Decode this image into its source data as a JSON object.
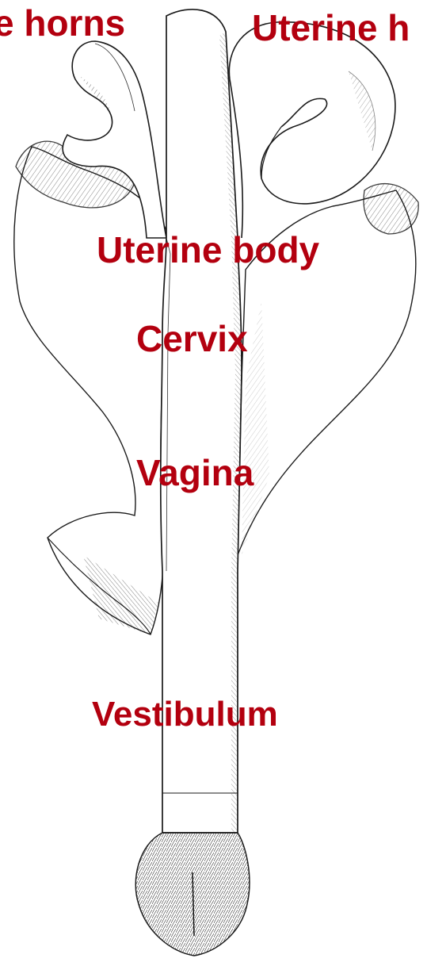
{
  "labels": {
    "uterine_horns_left": "e horns",
    "uterine_horns_right": "Uterine h",
    "uterine_body": "Uterine body",
    "cervix": "Cervix",
    "vagina": "Vagina",
    "vestibulum": "Vestibulum"
  },
  "colors": {
    "label": "#b3000f",
    "ink": "#1a1a1a",
    "paper": "#ffffff"
  }
}
